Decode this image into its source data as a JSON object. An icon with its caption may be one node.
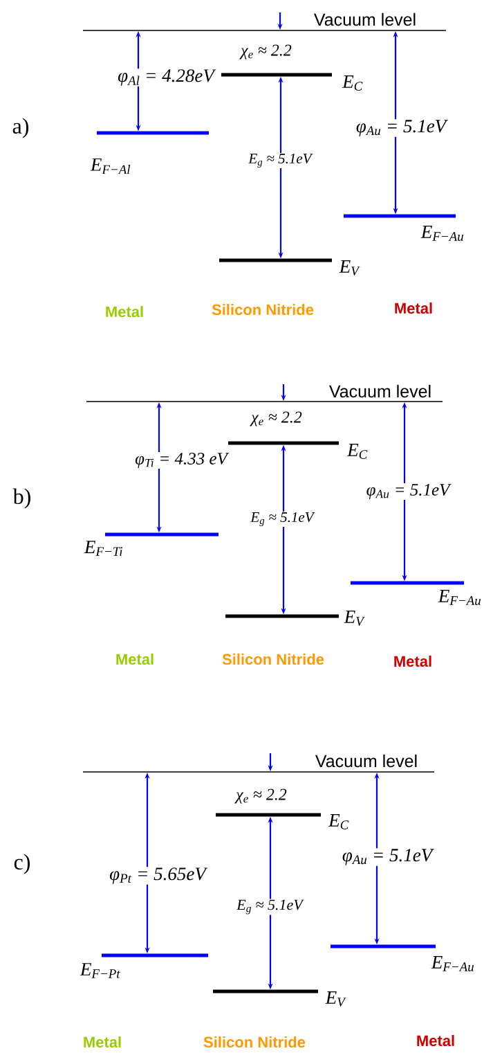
{
  "diagram": {
    "nodes": [
      {
        "text": [],
        "shape": "line",
        "beside": [
          "Vacuum level"
        ]
      },
      {
        "text": [],
        "shape": "bar",
        "beside": [
          "E$_{F−Al}$"
        ]
      },
      {
        "text": [],
        "shape": "bar",
        "beside": [
          "E$_{C}$"
        ]
      },
      {
        "text": [],
        "shape": "bar",
        "beside": [
          "E$_{V}$"
        ]
      },
      {
        "text": [],
        "shape": "bar",
        "beside": [
          "E$_{F−Au}$"
        ]
      },
      {
        "text": [],
        "shape": "line",
        "beside": [
          "Vacuum level"
        ]
      },
      {
        "text": [],
        "shape": "bar",
        "beside": [
          "E$_{F−Ti}$"
        ]
      },
      {
        "text": [],
        "shape": "bar",
        "beside": [
          "E$_{C}$"
        ]
      },
      {
        "text": [],
        "shape": "bar",
        "beside": [
          "E$_{V}$"
        ]
      },
      {
        "text": [],
        "shape": "bar",
        "beside": [
          "E$_{F−Au}$"
        ]
      },
      {
        "text": [],
        "shape": "line",
        "beside": [
          "Vacuum level"
        ]
      },
      {
        "text": [],
        "shape": "bar",
        "beside": [
          "E$_{F−Pt}$"
        ]
      },
      {
        "text": [],
        "shape": "bar",
        "beside": [
          "E$_{C}$"
        ]
      },
      {
        "text": [],
        "shape": "bar",
        "beside": [
          "E$_{V}$"
        ]
      },
      {
        "text": [],
        "shape": "bar",
        "beside": [
          "E$_{F−Au}$"
        ]
      }
    ],
    "edges": [
      {
        "from": null,
        "to": 0,
        "arrow": "to"
      },
      {
        "from": 0,
        "to": 1,
        "arrow": "both",
        "label": "φ$_{Al}$ = 4.28eV"
      },
      {
        "from": 2,
        "to": 3,
        "arrow": "both",
        "label": "E$_{g}$ ≈ 5.1eV"
      },
      {
        "from": 0,
        "to": 4,
        "arrow": "both",
        "label": "φ$_{Au}$ = 5.1eV"
      },
      {
        "from": null,
        "to": 5,
        "arrow": "to"
      },
      {
        "from": 5,
        "to": 6,
        "arrow": "both",
        "label": "φ$_{Ti}$ = 4.33 eV"
      },
      {
        "from": 7,
        "to": 8,
        "arrow": "both",
        "label": "E$_{g}$ ≈ 5.1eV"
      },
      {
        "from": 5,
        "to": 9,
        "arrow": "both",
        "label": "φ$_{Au}$ = 5.1eV"
      },
      {
        "from": null,
        "to": 10,
        "arrow": "to"
      },
      {
        "from": 10,
        "to": 11,
        "arrow": "both",
        "label": "φ$_{Pt}$ = 5.65eV"
      },
      {
        "from": 12,
        "to": 13,
        "arrow": "both",
        "label": "E$_{g}$ ≈ 5.1eV"
      },
      {
        "from": 10,
        "to": 14,
        "arrow": "both",
        "label": "φ$_{Au}$ = 5.1eV"
      }
    ],
    "labels": [
      "χ$_{e}$ ≈ 2.2",
      "a)",
      "Metal",
      "Silicon Nitride",
      "Metal",
      "χ$_{e}$ ≈ 2.2",
      "b)",
      "Metal",
      "Silicon Nitride",
      "Metal",
      "χ$_{e}$ ≈ 2.2",
      "c)",
      "Metal",
      "Silicon Nitride",
      "Metal"
    ]
  }
}
